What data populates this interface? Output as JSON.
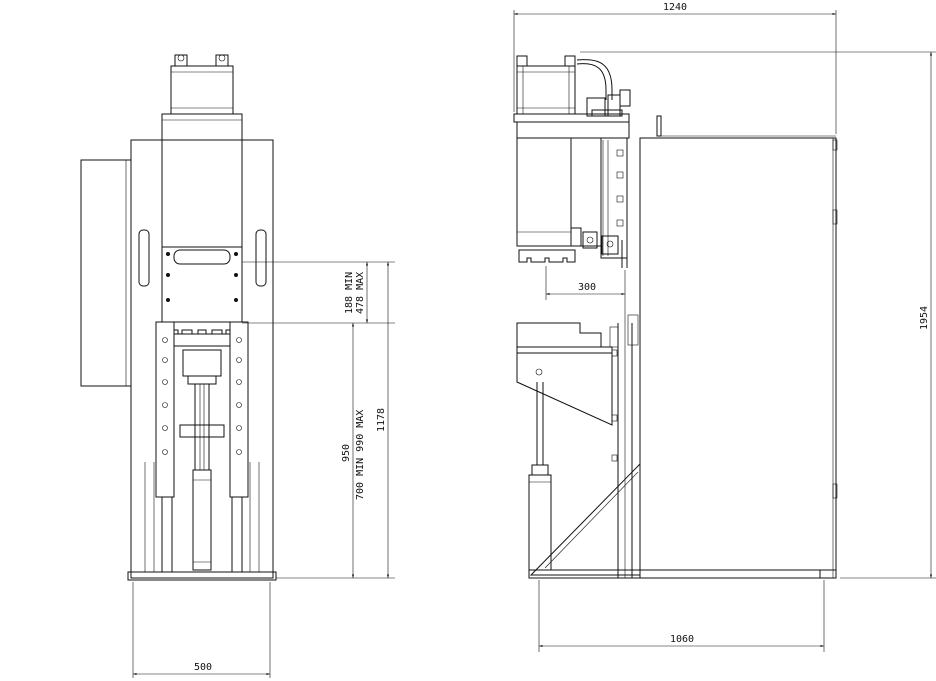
{
  "drawing": {
    "front_view": {
      "dim_width": "500",
      "dim_stroke": "188 MIN\n478 MAX",
      "dim_stroke_min": "188 MIN",
      "dim_stroke_max": "478 MAX",
      "dim_height_950": "950",
      "dim_height_range": "700 MIN 990 MAX",
      "dim_total": "1178"
    },
    "side_view": {
      "dim_top": "1240",
      "dim_throat": "300",
      "dim_height": "1954",
      "dim_base": "1060"
    }
  }
}
